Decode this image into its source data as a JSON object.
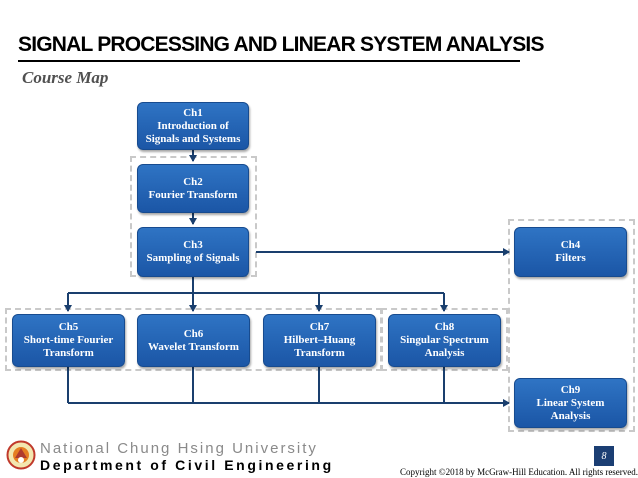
{
  "header": {
    "title": "SIGNAL PROCESSING AND LINEAR SYSTEM ANALYSIS",
    "subtitle": "Course Map"
  },
  "boxes": {
    "ch1": {
      "ch": "Ch1",
      "line1": "Introduction of",
      "line2": "Signals and Systems"
    },
    "ch2": {
      "ch": "Ch2",
      "line1": "Fourier Transform"
    },
    "ch3": {
      "ch": "Ch3",
      "line1": "Sampling of Signals"
    },
    "ch4": {
      "ch": "Ch4",
      "line1": "Filters"
    },
    "ch5": {
      "ch": "Ch5",
      "line1": "Short-time Fourier",
      "line2": "Transform"
    },
    "ch6": {
      "ch": "Ch6",
      "line1": "Wavelet Transform"
    },
    "ch7": {
      "ch": "Ch7",
      "line1": "Hilbert–Huang",
      "line2": "Transform"
    },
    "ch8": {
      "ch": "Ch8",
      "line1": "Singular Spectrum",
      "line2": "Analysis"
    },
    "ch9": {
      "ch": "Ch9",
      "line1": "Linear System",
      "line2": "Analysis"
    }
  },
  "footer": {
    "university": "National Chung Hsing University",
    "department": "Department of Civil Engineering",
    "page": "8",
    "copyright": "Copyright ©2018 by McGraw-Hill Education. All rights reserved."
  },
  "colors": {
    "box": "#1b56a6",
    "line": "#1a3f6e",
    "dash": "#c9c9c9"
  }
}
